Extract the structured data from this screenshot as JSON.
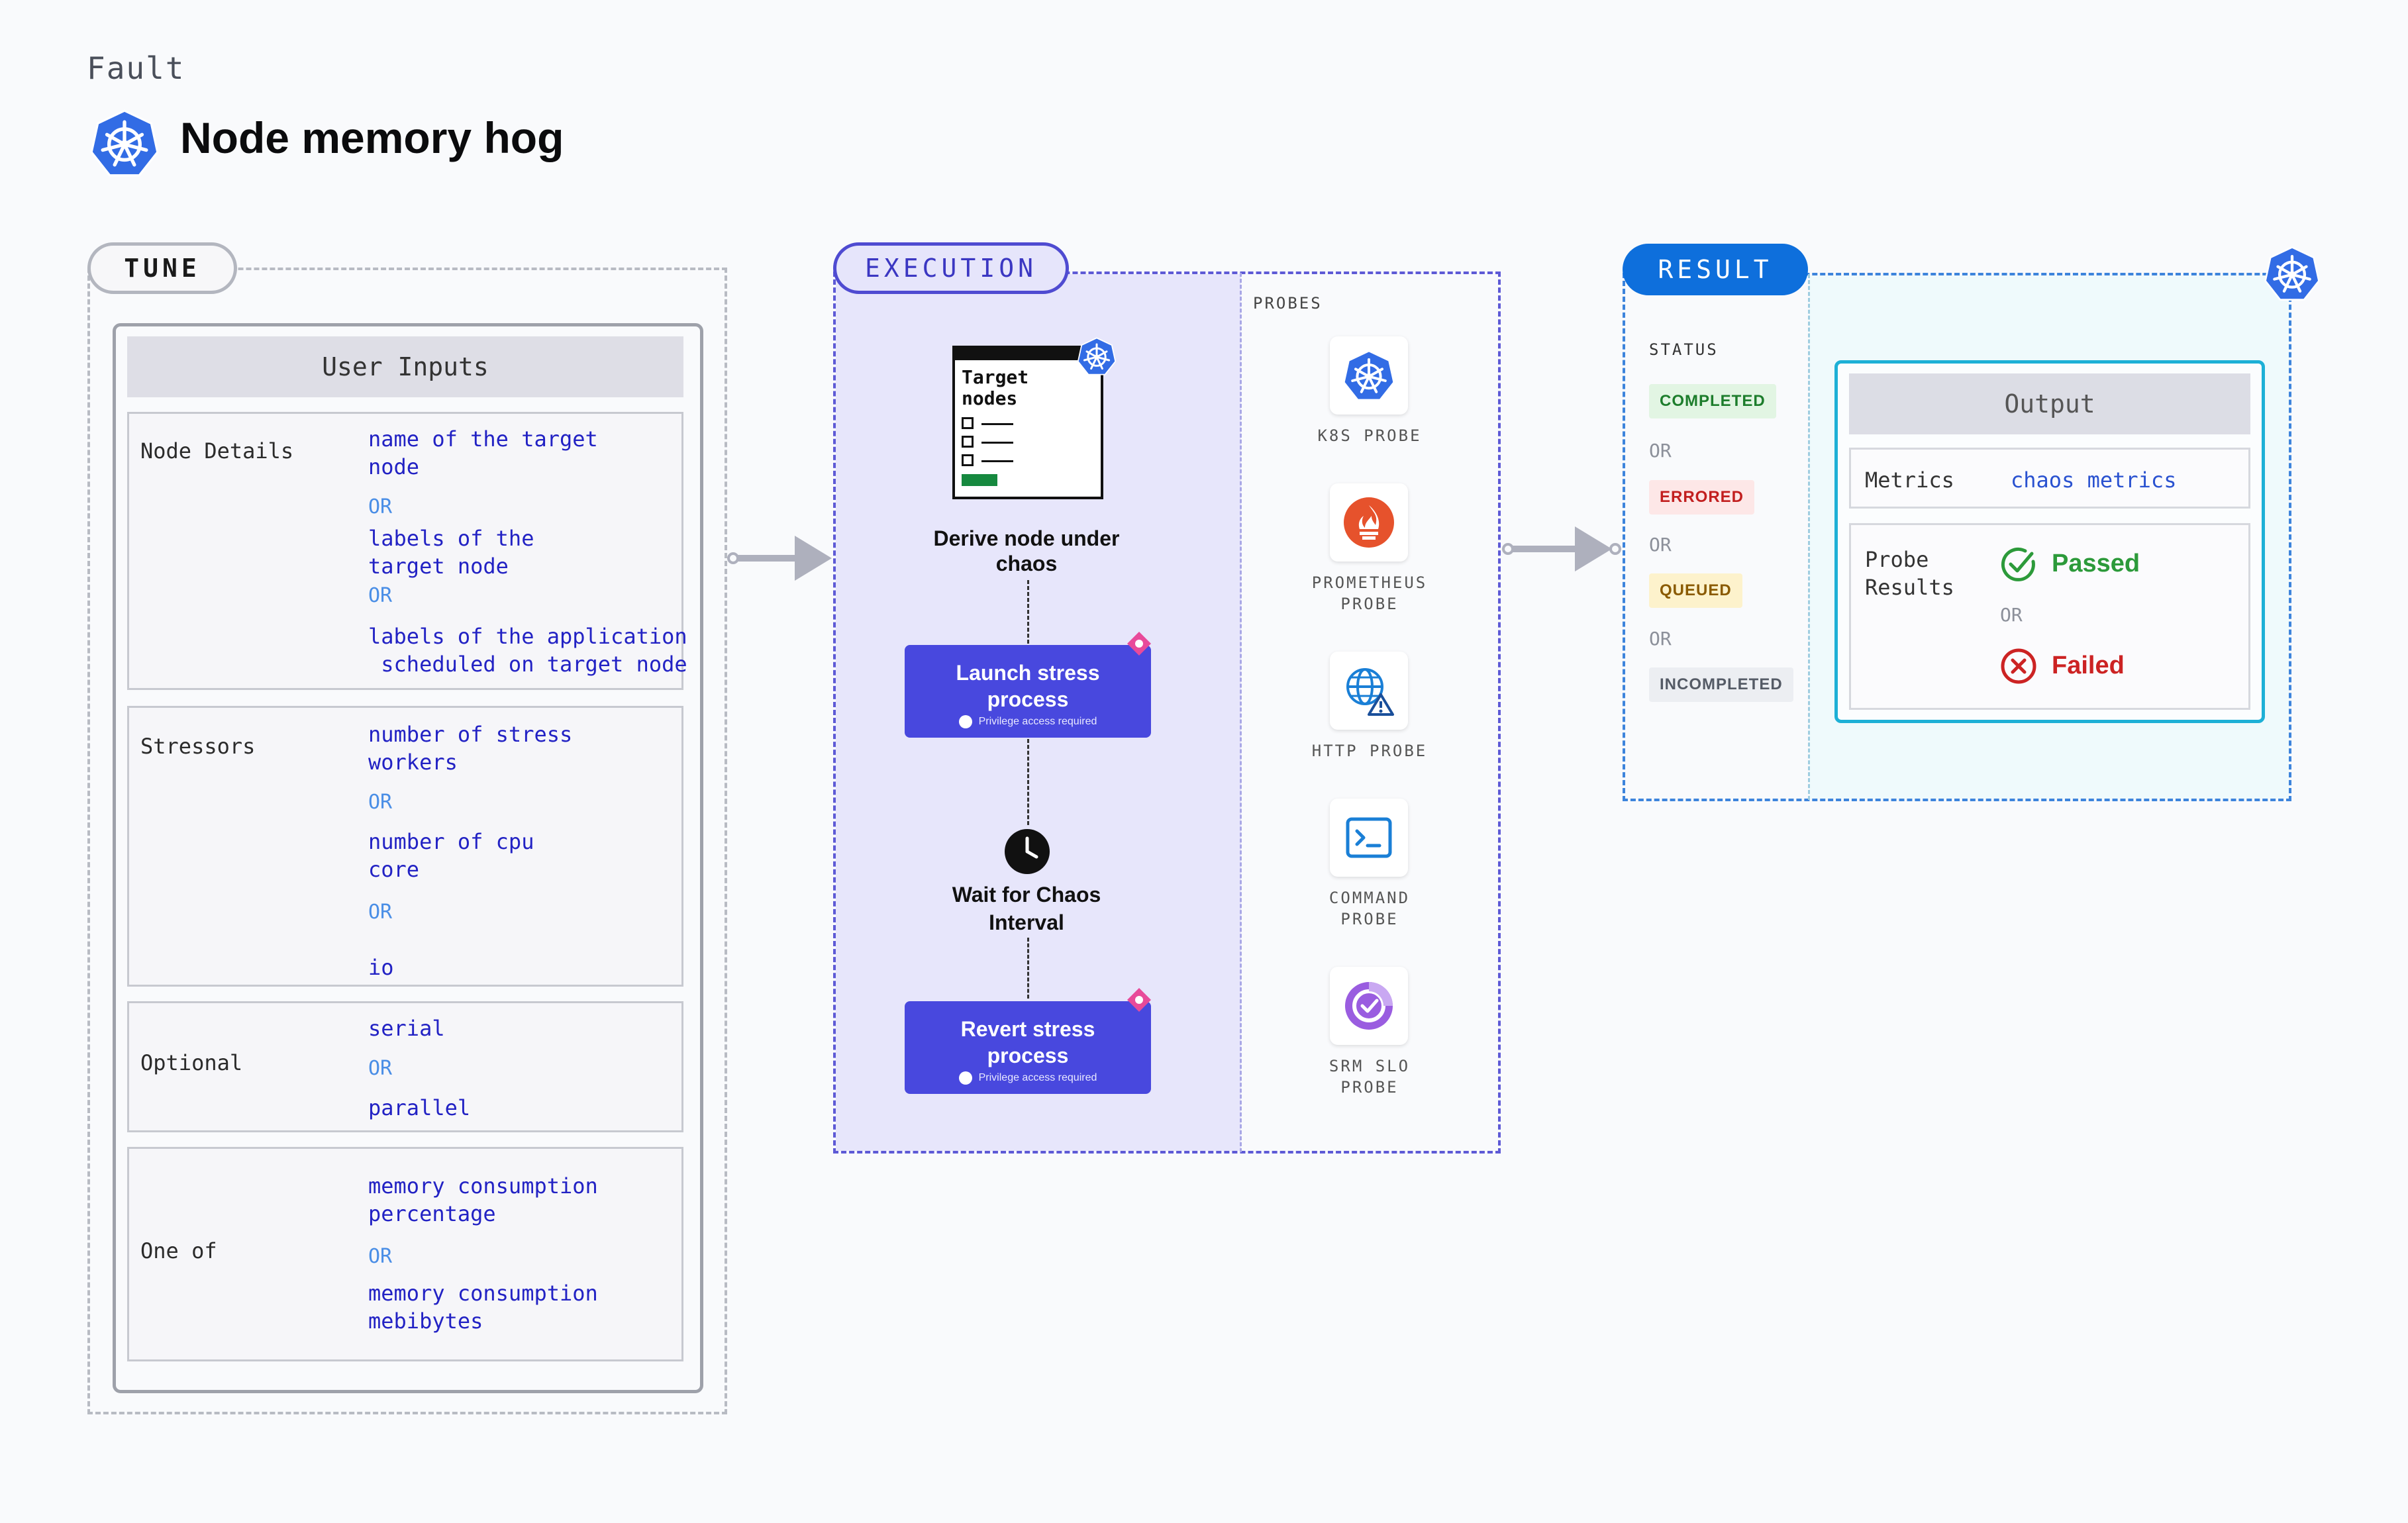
{
  "header": {
    "kicker": "Fault",
    "title": "Node memory hog"
  },
  "tune": {
    "pill": "TUNE",
    "panel_title": "User Inputs",
    "groups": {
      "node_details": {
        "label": "Node Details",
        "option_1": "name of the target\nnode",
        "or_1": "OR",
        "option_2": "labels of the\ntarget node",
        "or_2": "OR",
        "option_3": "labels of the application\n scheduled on target node"
      },
      "stressors": {
        "label": "Stressors",
        "option_1": "number of stress\nworkers",
        "or_1": "OR",
        "option_2": "number of cpu\ncore",
        "or_2": "OR",
        "option_3": "io"
      },
      "optional": {
        "label": "Optional",
        "option_1": "serial",
        "or_1": "OR",
        "option_2": "parallel"
      },
      "one_of": {
        "label": "One of",
        "option_1": "memory consumption\npercentage",
        "or_1": "OR",
        "option_2": "memory consumption\nmebibytes"
      }
    }
  },
  "execution": {
    "pill": "EXECUTION",
    "target_card": "Target\nnodes",
    "step_derive": "Derive node under\nchaos",
    "step_launch": "Launch stress\nprocess",
    "step_launch_note": "Privilege access required",
    "step_wait": "Wait for Chaos\nInterval",
    "step_revert": "Revert stress\nprocess",
    "step_revert_note": "Privilege access required"
  },
  "probes": {
    "label": "PROBES",
    "items": [
      {
        "name": "K8S PROBE",
        "icon": "kubernetes-icon"
      },
      {
        "name": "PROMETHEUS\nPROBE",
        "icon": "prometheus-icon"
      },
      {
        "name": "HTTP PROBE",
        "icon": "globe-warning-icon"
      },
      {
        "name": "COMMAND\nPROBE",
        "icon": "terminal-icon"
      },
      {
        "name": "SRM SLO\nPROBE",
        "icon": "srm-slo-icon"
      }
    ]
  },
  "result": {
    "pill": "RESULT",
    "status_label": "STATUS",
    "statuses": {
      "completed": "COMPLETED",
      "or_1": "OR",
      "errored": "ERRORED",
      "or_2": "OR",
      "queued": "QUEUED",
      "or_3": "OR",
      "incompleted": "INCOMPLETED"
    },
    "output_title": "Output",
    "metrics_label": "Metrics",
    "metrics_value": "chaos metrics",
    "probe_results_label": "Probe\nResults",
    "passed": "Passed",
    "or": "OR",
    "failed": "Failed"
  },
  "colors": {
    "execution_accent": "#4848de",
    "result_accent": "#0e6fdc",
    "passed": "#2c9a3a",
    "failed": "#cc2323",
    "kubernetes_blue": "#326ce5"
  }
}
